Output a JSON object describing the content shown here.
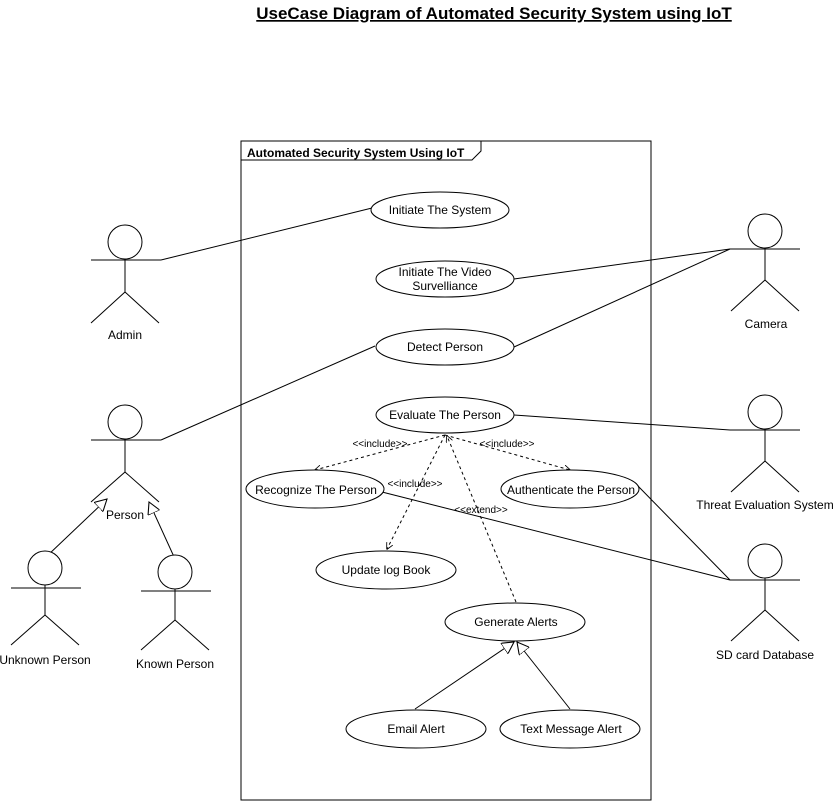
{
  "title": "UseCase Diagram of Automated Security System using IoT",
  "system": {
    "label": "Automated Security System Using IoT"
  },
  "use_cases": {
    "initiate_system": "Initiate The System",
    "video_line1": "Initiate The Video",
    "video_line2": "Survelliance",
    "detect_person": "Detect Person",
    "evaluate_person": "Evaluate The Person",
    "recognize_person": "Recognize The Person",
    "authenticate_person": "Authenticate the Person",
    "update_log": "Update log Book",
    "generate_alerts": "Generate Alerts",
    "email_alert": "Email Alert",
    "text_alert": "Text Message Alert"
  },
  "actors": {
    "admin": "Admin",
    "person": "Person",
    "unknown_person": "Unknown Person",
    "known_person": "Known Person",
    "camera": "Camera",
    "threat_system": "Threat Evaluation System",
    "sd_card": "SD card Database"
  },
  "relations": {
    "include_left": "<<include>>",
    "include_right": "<<include>>",
    "include_log": "<<include>>",
    "extend": "<<extend>>"
  }
}
